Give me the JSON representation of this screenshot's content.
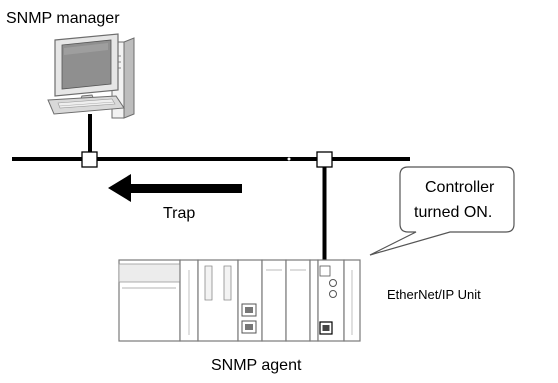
{
  "diagram": {
    "labels": {
      "manager": "SNMP manager",
      "trap": "Trap",
      "callout_line1": "Controller",
      "callout_line2": "turned ON.",
      "unit": "EtherNet/IP Unit",
      "agent": "SNMP agent"
    },
    "colors": {
      "line": "#000000",
      "device_fill": "#ffffff",
      "device_stroke": "#7a7a7a",
      "monitor_frame": "#e6e6e6",
      "monitor_screen": "#8f8f8f",
      "keyboard": "#d9d9d9"
    },
    "icons": [
      "computer-icon",
      "plc-controller-icon",
      "left-arrow-icon",
      "speech-callout-icon"
    ]
  }
}
